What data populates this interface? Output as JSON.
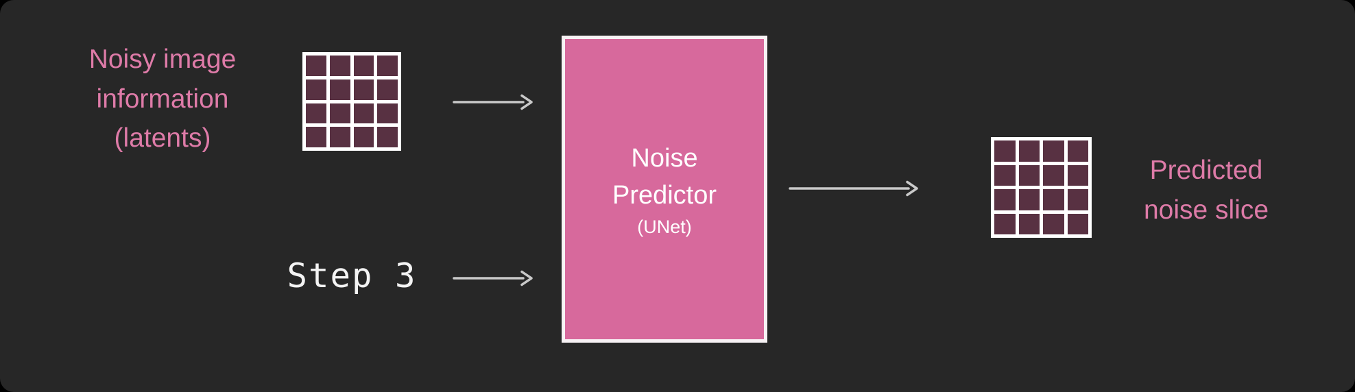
{
  "colors": {
    "background": "#272727",
    "accent_pink": "#de7ba8",
    "box_fill": "#d7699c",
    "grid_cell_fill": "#583142",
    "grid_line": "#ffffff",
    "arrow": "#c9c9c9"
  },
  "nodes": {
    "input_label": {
      "line1": "Noisy image",
      "line2": "information",
      "line3": "(latents)"
    },
    "step_label": "Step 3",
    "predictor": {
      "line1": "Noise",
      "line2": "Predictor",
      "line3": "(UNet)"
    },
    "output_label": {
      "line1": "Predicted",
      "line2": "noise slice"
    }
  },
  "grid": {
    "rows": 4,
    "cols": 4
  }
}
